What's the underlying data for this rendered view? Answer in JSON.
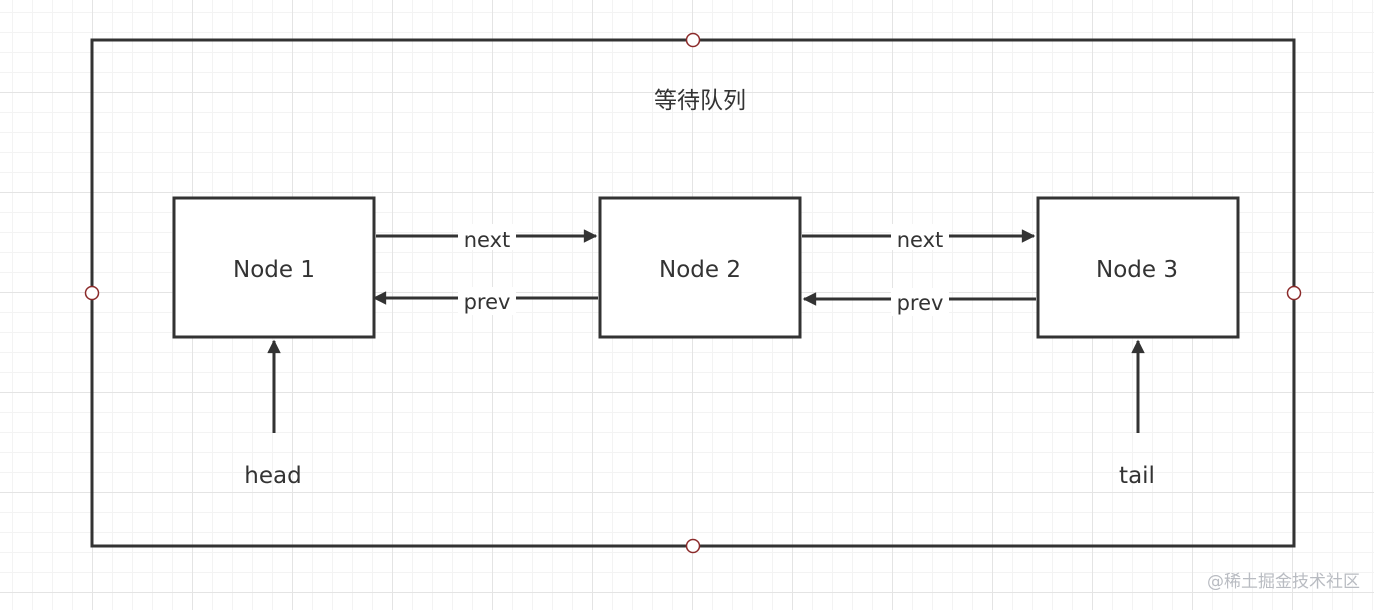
{
  "diagram": {
    "title": "等待队列",
    "nodes": [
      {
        "label": "Node 1"
      },
      {
        "label": "Node 2"
      },
      {
        "label": "Node 3"
      }
    ],
    "links": {
      "next_label": "next",
      "prev_label": "prev"
    },
    "pointers": {
      "head_label": "head",
      "tail_label": "tail"
    }
  },
  "watermark": "@稀土掘金技术社区",
  "colors": {
    "stroke": "#333333",
    "text": "#333333",
    "handle": "#8b2a2a"
  }
}
